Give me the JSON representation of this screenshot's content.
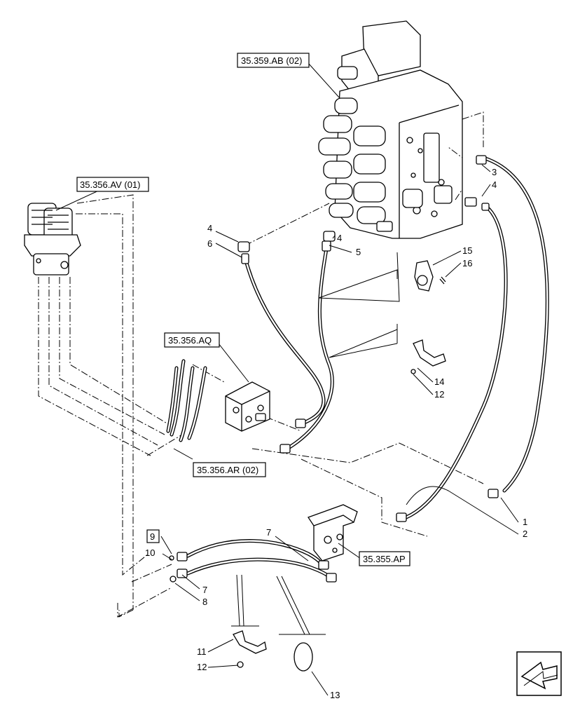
{
  "references": [
    {
      "id": "ref-35-359-ab",
      "label": "35.359.AB (02)"
    },
    {
      "id": "ref-35-356-av",
      "label": "35.356.AV (01)"
    },
    {
      "id": "ref-35-356-aq",
      "label": "35.356.AQ"
    },
    {
      "id": "ref-35-356-ar",
      "label": "35.356.AR (02)"
    },
    {
      "id": "ref-35-355-ap",
      "label": "35.355.AP"
    }
  ],
  "callouts": {
    "c1": "1",
    "c2": "2",
    "c3": "3",
    "c4a": "4",
    "c4b": "4",
    "c4c": "4",
    "c5": "5",
    "c6": "6",
    "c7a": "7",
    "c7b": "7",
    "c8": "8",
    "c9": "9",
    "c10": "10",
    "c11": "11",
    "c12a": "12",
    "c12b": "12",
    "c13": "13",
    "c14": "14",
    "c15": "15",
    "c16": "16"
  },
  "nav_icon": "arrow-icon"
}
